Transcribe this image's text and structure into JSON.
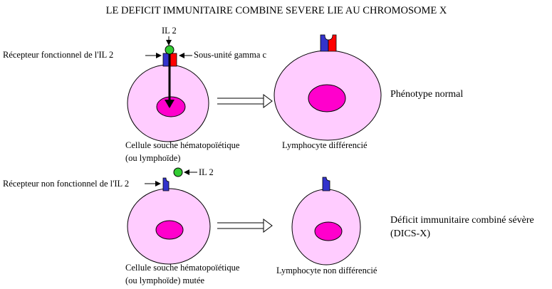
{
  "title": "LE DEFICIT IMMUNITAIRE COMBINE SEVERE LIE AU CHROMOSOME X",
  "top_row": {
    "il2_label": "IL 2",
    "receptor_label": "Récepteur fonctionnel de l'IL 2",
    "gamma_label": "Sous-unité gamma c",
    "stem_cell_label_line1": "Cellule souche hématopoïétique",
    "stem_cell_label_line2": "(ou lymphoïde)",
    "lymphocyte_label": "Lymphocyte différencié",
    "phenotype_label": "Phénotype normal"
  },
  "bottom_row": {
    "il2_label": "IL 2",
    "receptor_label": "Récepteur non fonctionnel de l'IL 2",
    "stem_cell_label_line1": "Cellule souche hématopoïétique",
    "stem_cell_label_line2": "(ou lymphoïde) mutée",
    "lymphocyte_label": "Lymphocyte non différencié",
    "phenotype_label_line1": "Déficit immunitaire combiné sévère",
    "phenotype_label_line2": "(DICS-X)"
  },
  "colors": {
    "cell_fill": "#ffccff",
    "nucleus_fill": "#ff00cc",
    "receptor_blue": "#3333cc",
    "gamma_red": "#ff0000",
    "il2_green": "#33cc33"
  }
}
